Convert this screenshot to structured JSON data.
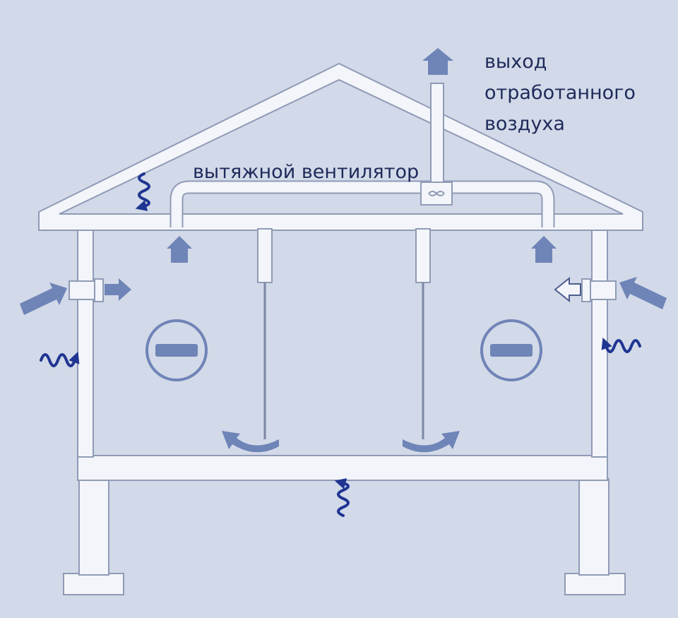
{
  "labels": {
    "exhaust_fan": "вытяжной вентилятор",
    "exhaust_air_line1": "выход",
    "exhaust_air_line2": "отработанного",
    "exhaust_air_line3": "воздуха"
  },
  "indicators": {
    "left_room_pressure": "negative",
    "right_room_pressure": "negative"
  },
  "colors": {
    "background": "#d2d9e8",
    "structure_fill": "#f3f5fa",
    "structure_stroke": "#8f9bb5",
    "air_flow_light": "#6f84b7",
    "air_flow_dark": "#1f3592",
    "pressure_symbol": "#6f84b7",
    "label_text": "#1e2a5a"
  }
}
